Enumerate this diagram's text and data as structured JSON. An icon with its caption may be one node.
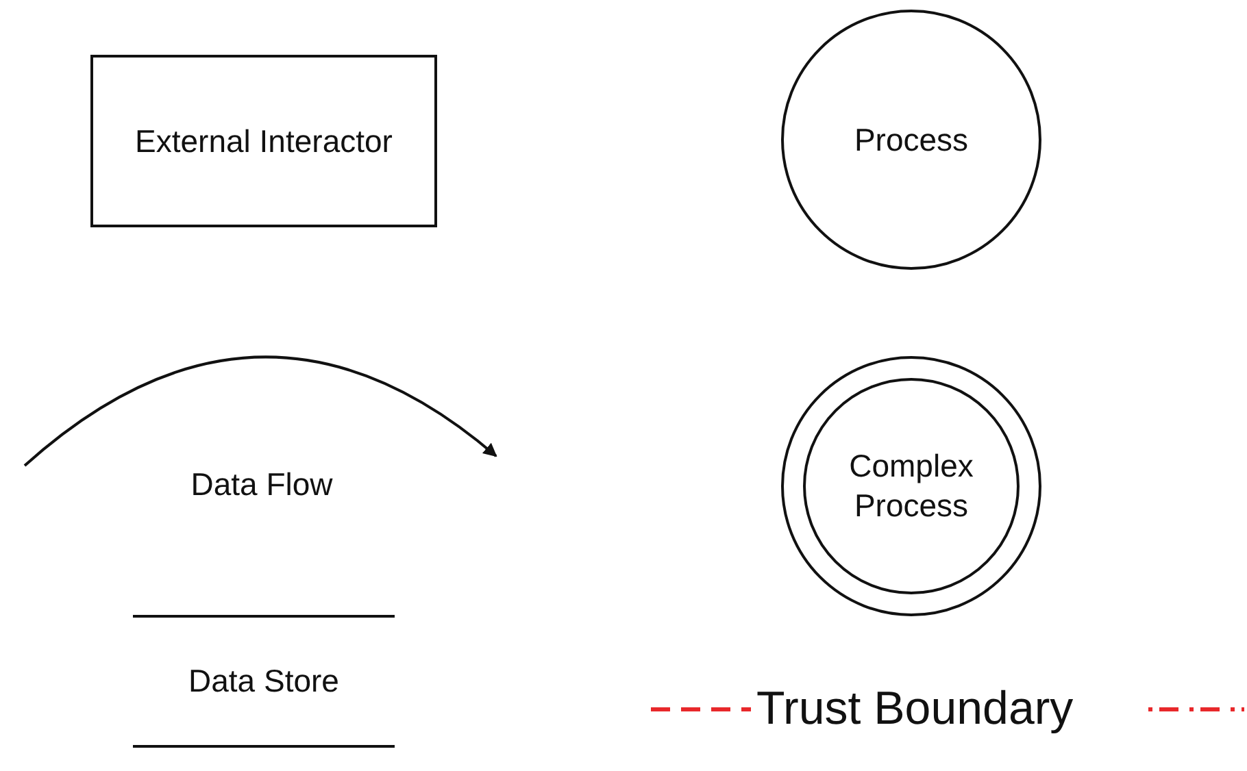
{
  "diagram": {
    "nodes": [
      {
        "text": [
          "External Interactor"
        ]
      },
      {
        "text": [
          "Process"
        ]
      },
      {
        "text": [
          "Complex Process"
        ]
      },
      {
        "text": [
          "Data Store"
        ]
      }
    ],
    "labels": [
      "Data Flow",
      "Trust Boundary"
    ]
  }
}
